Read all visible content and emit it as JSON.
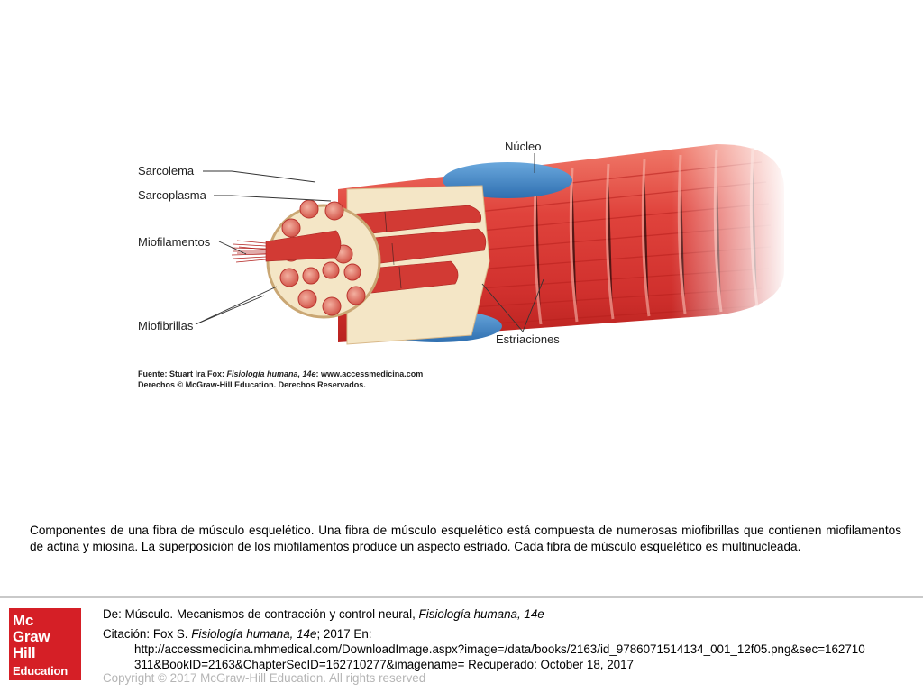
{
  "figure": {
    "labels": {
      "sarcolema": "Sarcolema",
      "sarcoplasma": "Sarcoplasma",
      "miofilamentos": "Miofilamentos",
      "miofibrillas": "Miofibrillas",
      "nucleo": "Núcleo",
      "estriaciones": "Estriaciones"
    },
    "credit_line1_prefix": "Fuente: Stuart Ira Fox: ",
    "credit_line1_italic": "Fisiología humana, 14e",
    "credit_line1_suffix": ": www.accessmedicina.com",
    "credit_line2": "Derechos © McGraw-Hill Education. Derechos Reservados."
  },
  "caption": "Componentes de una fibra de músculo esquelético. Una fibra de músculo esquelético está compuesta de numerosas miofibrillas que contienen miofilamentos de actina y miosina. La superposición de los miofilamentos produce un aspecto estriado. Cada fibra de músculo esquelético es multinucleada.",
  "logo": {
    "line1": "Mc",
    "line2": "Graw",
    "line3": "Hill",
    "line4": "Education",
    "color": "#d51f26"
  },
  "source": {
    "from_prefix": "De: Músculo. Mecanismos de contracción y control neural, ",
    "from_title": "Fisiología humana, 14e",
    "citation_prefix": "Citación: Fox S. ",
    "citation_title": "Fisiología humana, 14e",
    "citation_suffix": "; 2017 En:",
    "url_line1": "http://accessmedicina.mhmedical.com/DownloadImage.aspx?image=/data/books/2163/id_9786071514134_001_12f05.png&sec=162710",
    "url_line2": "311&BookID=2163&ChapterSecID=162710277&imagename= Recuperado: October 18, 2017",
    "copyright": "Copyright © 2017 McGraw-Hill Education. All rights reserved"
  },
  "colors": {
    "muscle_red": "#dd3a36",
    "nucleus_blue": "#3f86c8",
    "sarcoplasm_cream": "#f4e6c6"
  }
}
